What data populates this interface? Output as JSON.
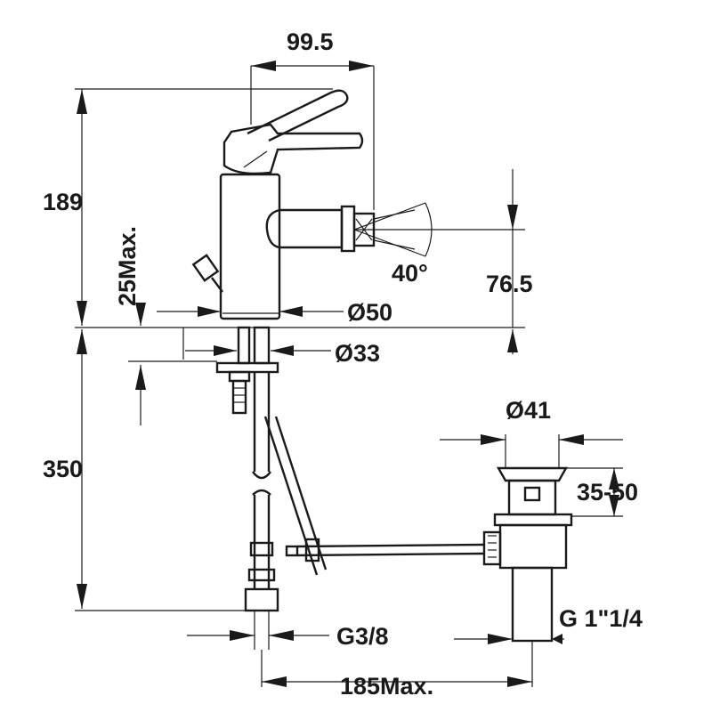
{
  "dimensions": {
    "top_reach": "99.5",
    "total_height": "189",
    "lever_clearance": "25Max.",
    "spout_height": "76.5",
    "spout_angle": "40°",
    "body_diameter": "Ø50",
    "shank_diameter": "Ø33",
    "hose_length": "350",
    "waste_diameter": "Ø41",
    "waste_range": "35-50",
    "waste_thread": "G 1\"1/4",
    "inlet_thread": "G3/8",
    "pop_up_reach": "185Max."
  }
}
